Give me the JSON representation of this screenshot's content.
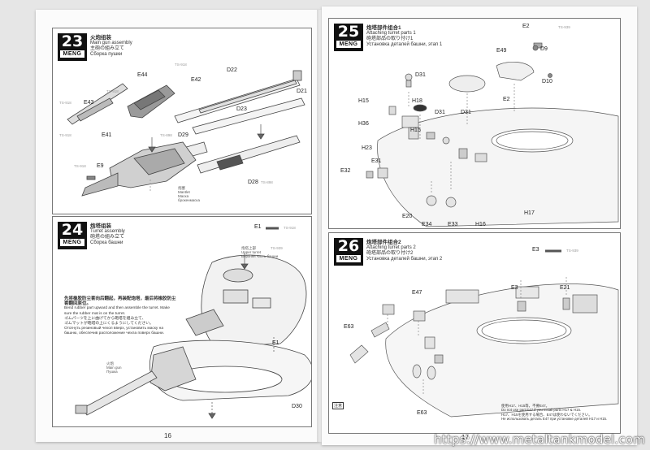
{
  "left_page": {
    "page_number": "16",
    "step23": {
      "number": "23",
      "brand": "MENG",
      "title_cn": "火炮组装",
      "title_en": "Main gun assembly",
      "title_jp": "主砲の組み立て",
      "title_ru": "Сборка пушки",
      "part_labels": [
        "E44",
        "E43",
        "E42",
        "D22",
        "D21",
        "D23",
        "E41",
        "D29",
        "E9",
        "D28"
      ],
      "small_codes": [
        "TS-918",
        "TS-918",
        "TS-918",
        "TS-898",
        "TS-918",
        "TS-898",
        "TS-918"
      ],
      "side_note": [
        "炮塞",
        "Mantlet",
        "Маска",
        "брокенмаска"
      ]
    },
    "step24": {
      "number": "24",
      "brand": "MENG",
      "title_cn": "炮塔组装",
      "title_en": "Turret assembly",
      "title_jp": "砲塔の組み立て",
      "title_ru": "Сборка башни",
      "part_labels": [
        "E1",
        "E1",
        "D30"
      ],
      "small_codes": [
        "TS-918",
        "TS-939"
      ],
      "upper_callout": [
        "炮塔上部",
        "Upper turret",
        "Верхняя часть башни"
      ],
      "gun_callout": [
        "火炮",
        "Main gun",
        "Пушка"
      ],
      "note": [
        "先将橡胶防尘套向后翻起，再装配炮塔，最后将橡胶防尘套翻回原位。",
        "Bend rubber part upward and then assemble the turret. Make sure the rubber mat is on the turret.",
        "ゴムパーツを上に曲げてから砲塔を組み立て、",
        "ゴムマットが砲塔の上にくるようにしてください。",
        "Отогнуть резиновый чехол вверх, установить маску на башню, обеспечив расположение чехла поверх башни."
      ]
    }
  },
  "right_page": {
    "page_number": "17",
    "step25": {
      "number": "25",
      "brand": "MENG",
      "title_cn": "炮塔部件组合1",
      "title_en": "Attaching turret parts 1",
      "title_jp": "砲塔部品の取り付け1",
      "title_ru": "Установка деталей башни, этап 1",
      "part_labels": [
        "E2",
        "D9",
        "E49",
        "D10",
        "D31",
        "E2",
        "H15",
        "H18",
        "D31",
        "D31",
        "H36",
        "H15",
        "H23",
        "E31",
        "E32",
        "E20",
        "E34",
        "E33",
        "H16",
        "H17"
      ],
      "small_codes": [
        "TS-939"
      ]
    },
    "step26": {
      "number": "26",
      "brand": "MENG",
      "title_cn": "炮塔部件组合2",
      "title_en": "Attaching turret parts 2",
      "title_jp": "砲塔部品の取り付け2",
      "title_ru": "Установка деталей башни, этап 2",
      "part_labels": [
        "E3",
        "E47",
        "E3",
        "E21",
        "E63",
        "E63"
      ],
      "small_codes": [
        "TS-939"
      ],
      "side_tag": "注意",
      "note": [
        "使用H17、H15等，不要E47。",
        "Do not use part E47 if you install parts H17 & H15.",
        "H17、H15を使用する場合、E47は使わないでください。",
        "Не использовать деталь E47 при установке деталей H17 и H15."
      ]
    }
  },
  "watermark": "https://www.metaltankmodel.com"
}
